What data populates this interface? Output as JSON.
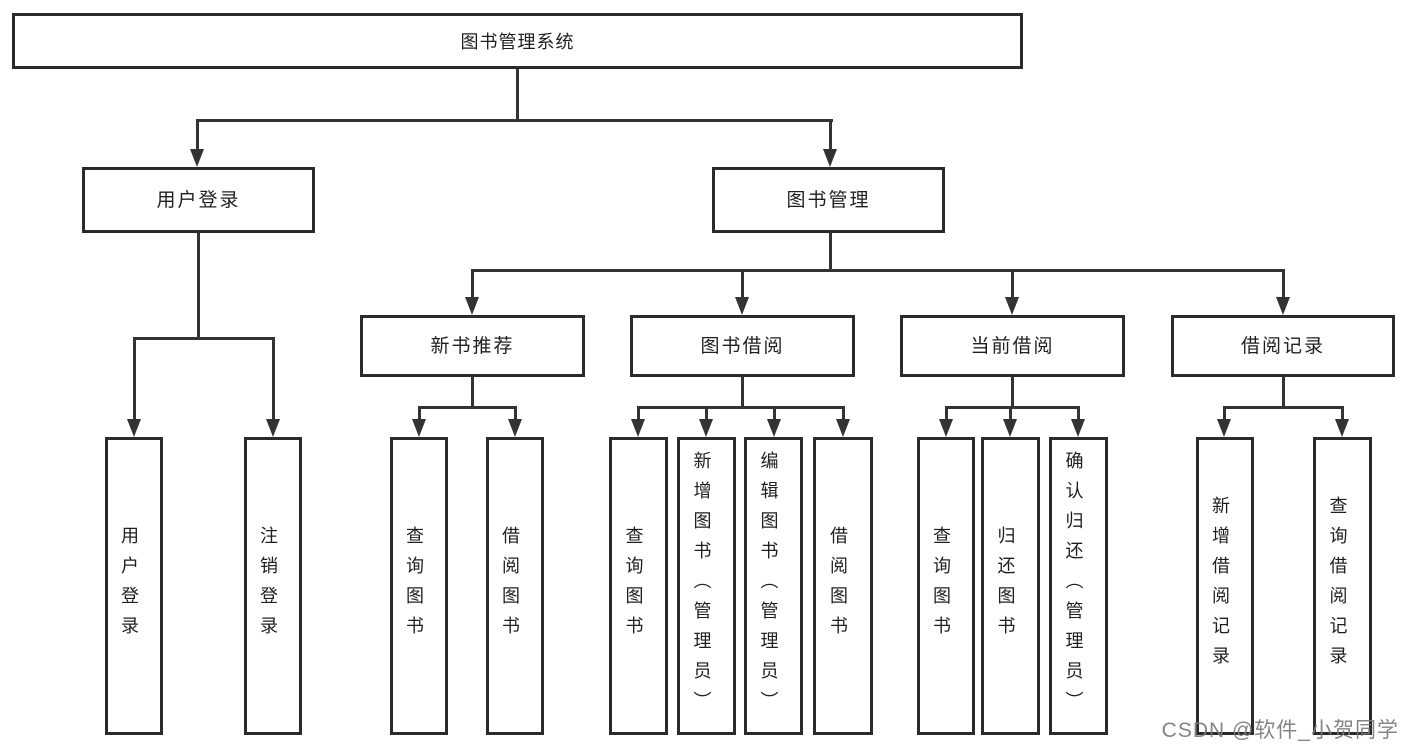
{
  "colors": {
    "background": "#ffffff",
    "box_border": "#2b2b2b",
    "connector_line": "#333333",
    "text": "#1f1f1f",
    "watermark": "#7a7a7a"
  },
  "nodes": {
    "root": {
      "label": "图书管理系统"
    },
    "user_login": {
      "label": "用户登录"
    },
    "book_mgmt": {
      "label": "图书管理"
    },
    "new_book_rec": {
      "label": "新书推荐"
    },
    "book_borrow": {
      "label": "图书借阅"
    },
    "current_borrow": {
      "label": "当前借阅"
    },
    "borrow_records": {
      "label": "借阅记录"
    },
    "leaves": [
      {
        "label": "用户登录"
      },
      {
        "label": "注销登录"
      },
      {
        "label": "查询图书"
      },
      {
        "label": "借阅图书"
      },
      {
        "label": "查询图书"
      },
      {
        "label": "新增图书（管理员）"
      },
      {
        "label": "编辑图书（管理员）"
      },
      {
        "label": "借阅图书"
      },
      {
        "label": "查询图书"
      },
      {
        "label": "归还图书"
      },
      {
        "label": "确认归还（管理员）"
      },
      {
        "label": "新增借阅记录"
      },
      {
        "label": "查询借阅记录"
      }
    ]
  },
  "hierarchy": {
    "图书管理系统": {
      "用户登录": [
        "用户登录",
        "注销登录"
      ],
      "图书管理": {
        "新书推荐": [
          "查询图书",
          "借阅图书"
        ],
        "图书借阅": [
          "查询图书",
          "新增图书（管理员）",
          "编辑图书（管理员）",
          "借阅图书"
        ],
        "当前借阅": [
          "查询图书",
          "归还图书",
          "确认归还（管理员）"
        ],
        "借阅记录": [
          "新增借阅记录",
          "查询借阅记录"
        ]
      }
    }
  },
  "watermark": {
    "text": "CSDN @软件_小贺同学"
  }
}
